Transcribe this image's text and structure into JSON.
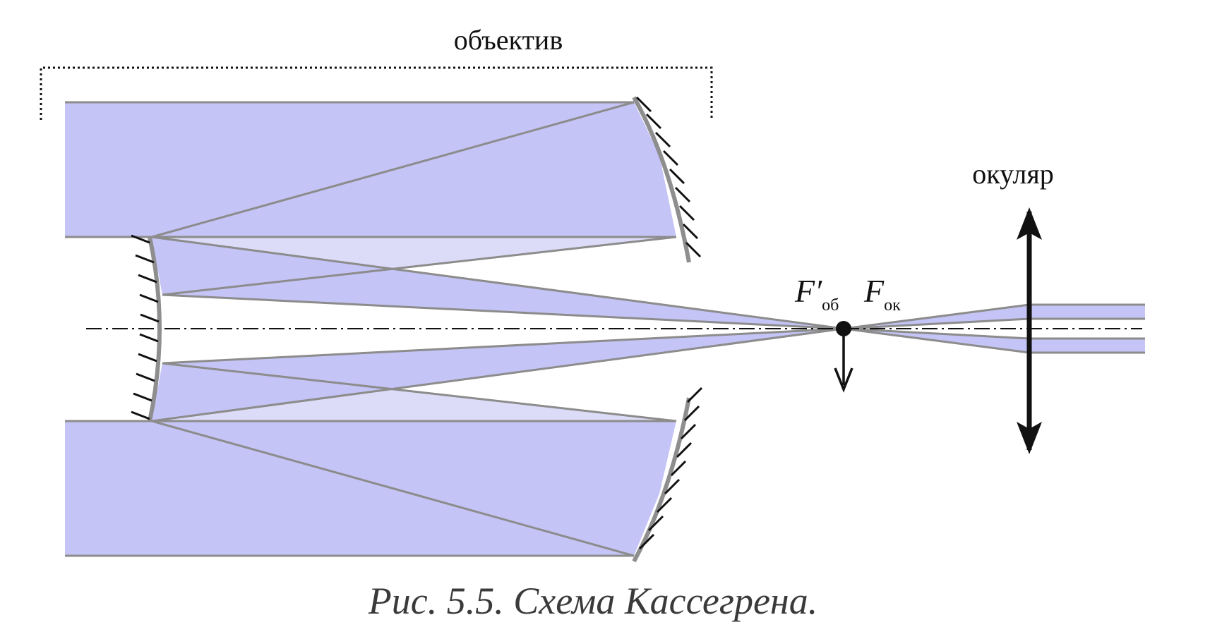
{
  "labels": {
    "objective": "объектив",
    "eyepiece": "окуляр",
    "focus_objective_symbol": "F′",
    "focus_objective_sub": "об",
    "focus_eyepiece_symbol": "F",
    "focus_eyepiece_sub": "ок"
  },
  "caption": "Рис. 5.5. Схема Кассегрена.",
  "colors": {
    "beam_fill": "#c4c4f6",
    "beam_fill_light": "#dcdcf8",
    "ray_line": "#8c8c8c",
    "mirror": "#8e8e8e",
    "hatch": "#111111",
    "axis": "#111111"
  }
}
